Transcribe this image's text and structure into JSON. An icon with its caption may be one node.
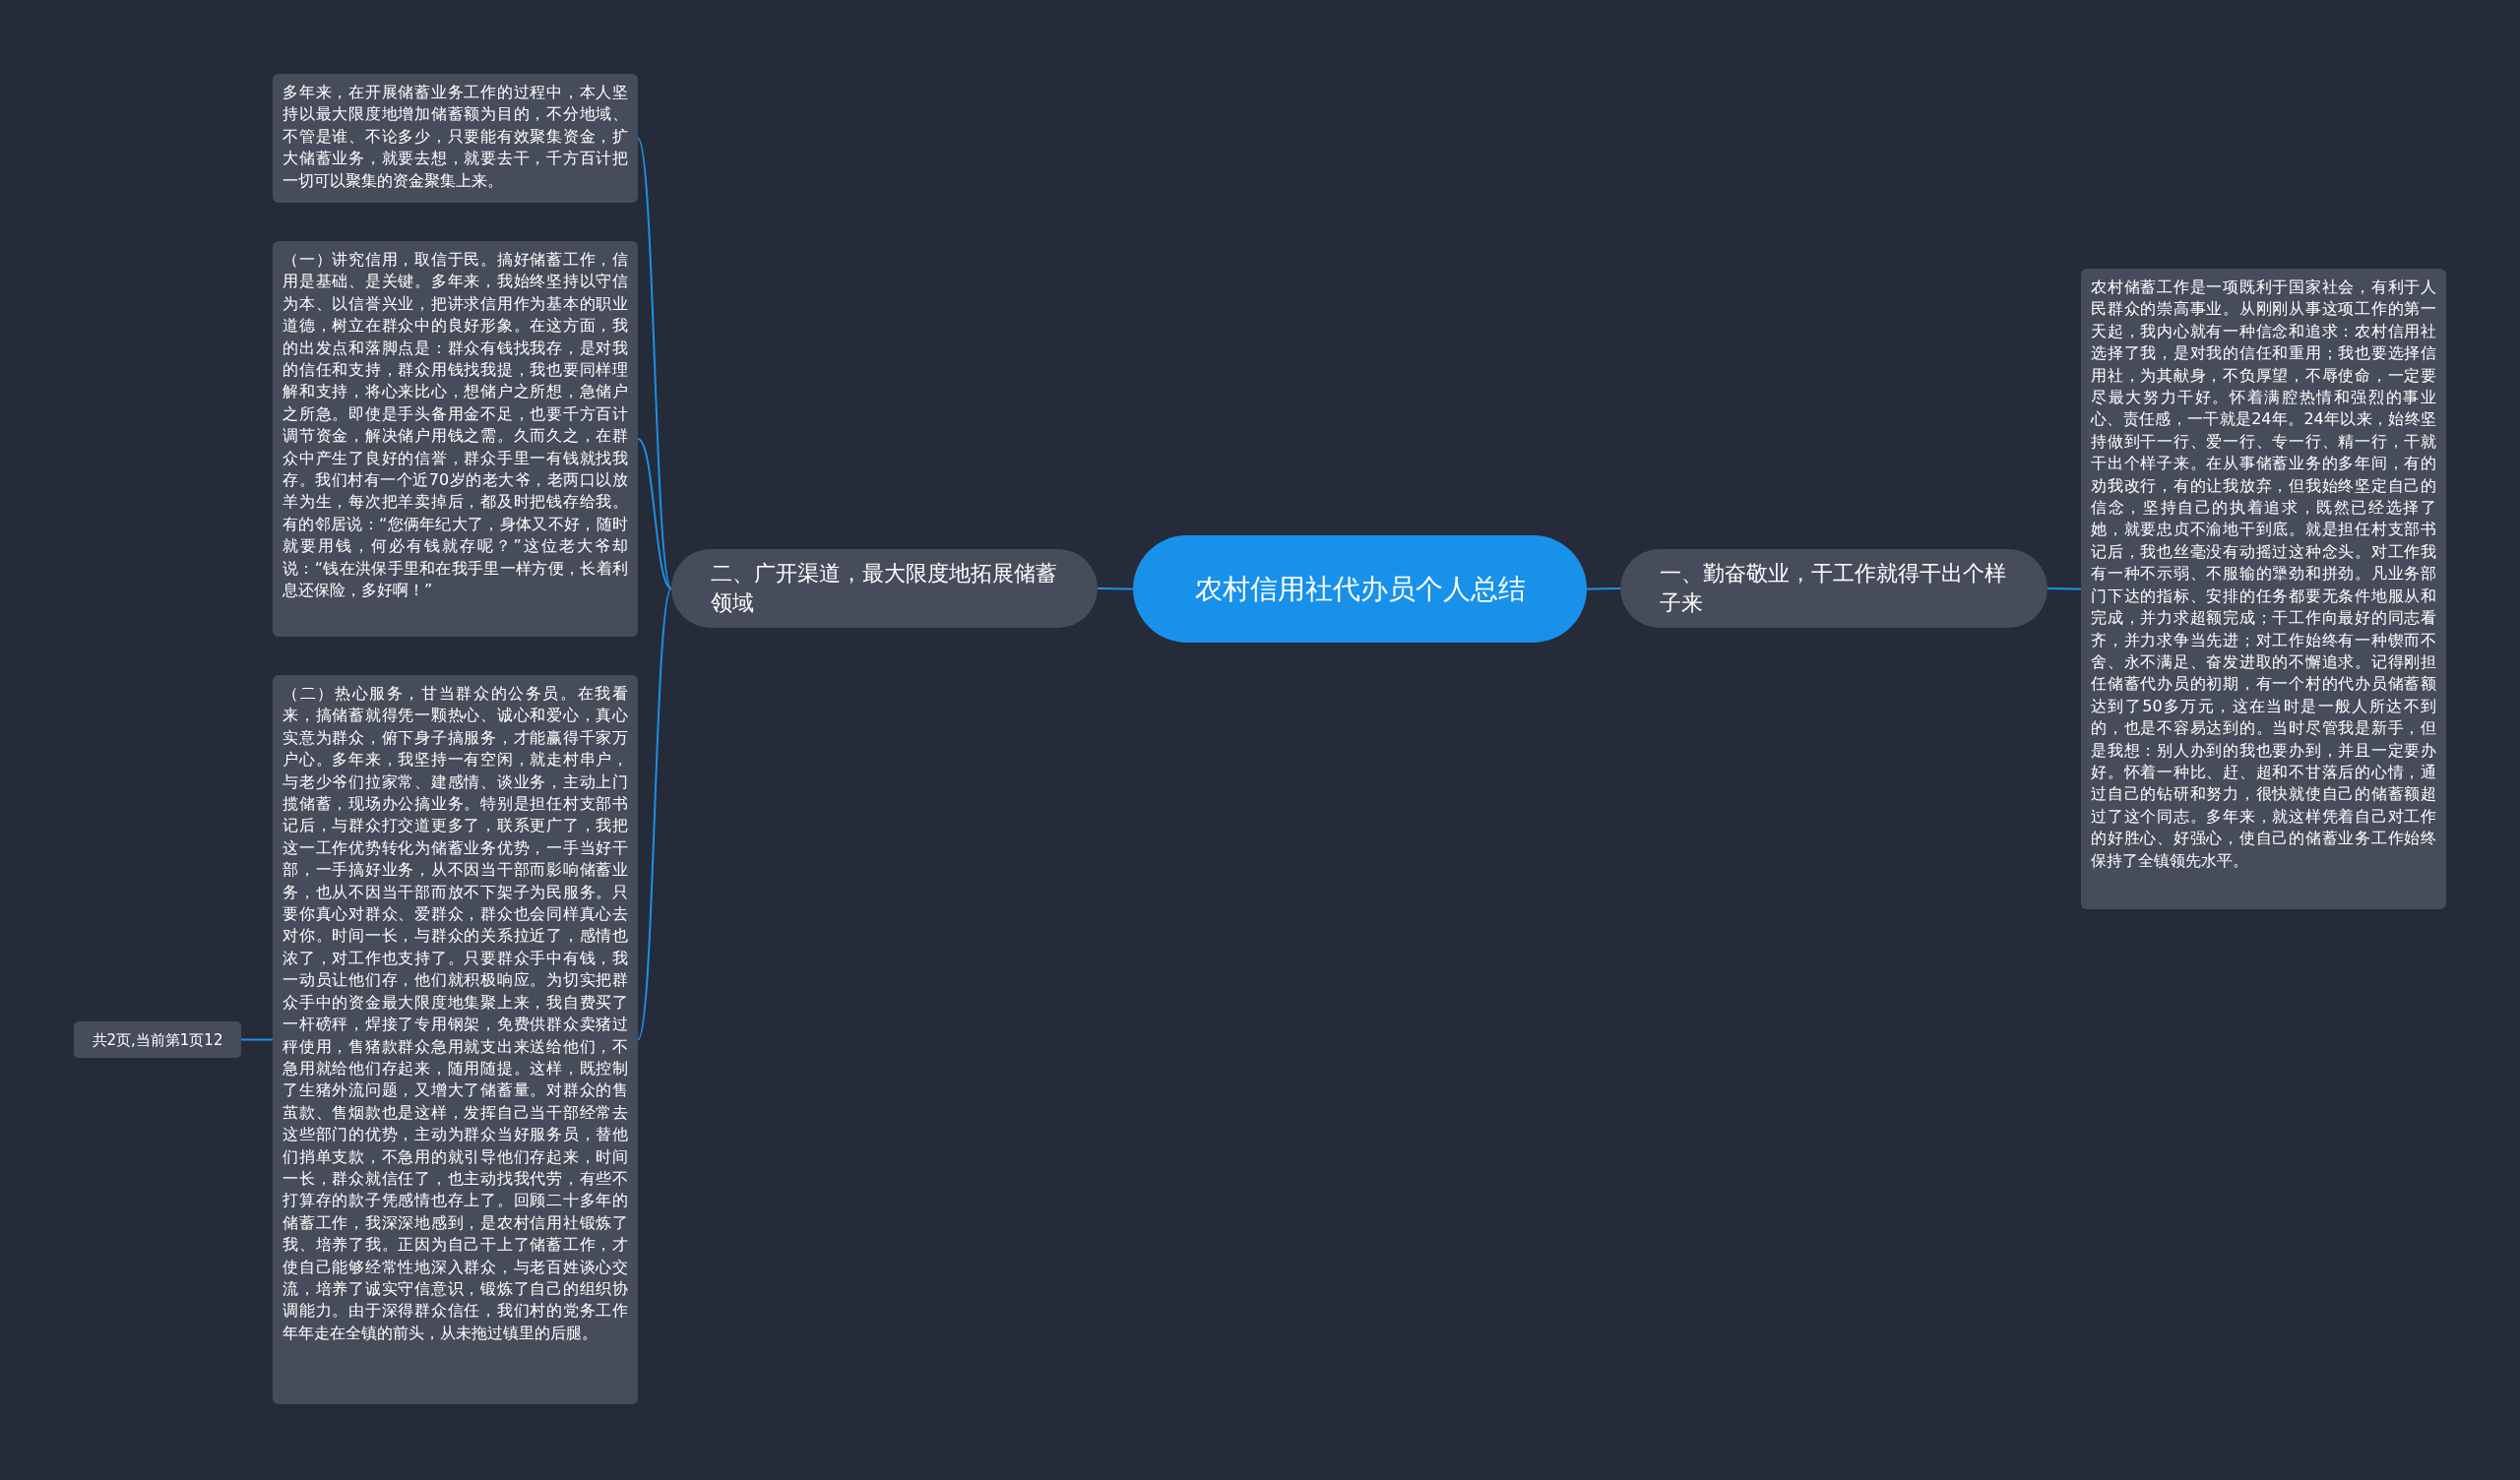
{
  "diagram": {
    "nodes": [
      {
        "text": [
          "农村信用社代办员个人总结"
        ]
      },
      {
        "text": [
          "二、广开渠道，最大限度地拓展储蓄领域"
        ]
      },
      {
        "text": [
          "多年来，在开展储蓄业务工作的过程中，本人坚持以最大限度地增加储蓄额为目的，不分地域、不管是谁、不论多少，只要能有效聚集资金，扩大储蓄业务，就要去想，就要去干，千方百计把一切可以聚集的资金聚集上来。"
        ]
      },
      {
        "text": [
          "（一）讲究信用，取信于民。搞好储蓄工作，信用是基础、是关键。多年来，我始终坚持以守信为本、以信誉兴业，把讲求信用作为基本的职业道德，树立在群众中的良好形象。在这方面，我的出发点和落脚点是：群众有钱找我存，是对我的信任和支持，群众用钱找我提，我也要同样理解和支持，将心来比心，想储户之所想，急储户之所急。即使是手头备用金不足，也要千方百计调节资金，解决储户用钱之需。久而久之，在群众中产生了良好的信誉，群众手里一有钱就找我存。我们村有一个近70岁的老大爷，老两口以放羊为生，每次把羊卖掉后，都及时把钱存给我。有的邻居说：“您俩年纪大了，身体又不好，随时就要用钱，何必有钱就存呢？”这位老大爷却说：“钱在洪保手里和在我手里一样方便，长着利息还保险，多好啊！”"
        ]
      },
      {
        "text": [
          "（二）热心服务，甘当群众的公务员。在我看来，搞储蓄就得凭一颗热心、诚心和爱心，真心实意为群众，俯下身子搞服务，才能赢得千家万户心。多年来，我坚持一有空闲，就走村串户，与老少爷们拉家常、建感情、谈业务，主动上门揽储蓄，现场办公搞业务。特别是担任村支部书记后，与群众打交道更多了，联系更广了，我把这一工作优势转化为储蓄业务优势，一手当好干部，一手搞好业务，从不因当干部而影响储蓄业务，也从不因当干部而放不下架子为民服务。只要你真心对群众、爱群众，群众也会同样真心去对你。时间一长，与群众的关系拉近了，感情也浓了，对工作也支持了。只要群众手中有钱，我一动员让他们存，他们就积极响应。为切实把群众手中的资金最大限度地集聚上来，我自费买了一杆磅秤，焊接了专用钢架，免费供群众卖猪过秤使用，售猪款群众急用就支出来送给他们，不急用就给他们存起来，随用随提。这样，既控制了生猪外流问题，又增大了储蓄量。对群众的售茧款、售烟款也是这样，发挥自己当干部经常去这些部门的优势，主动为群众当好服务员，替他们捎单支款，不急用的就引导他们存起来，时间一长，群众就信任了，也主动找我代劳，有些不打算存的款子凭感情也存上了。回顾二十多年的储蓄工作，我深深地感到，是农村信用社锻炼了我、培养了我。正因为自己干上了储蓄工作，才使自己能够经常性地深入群众，与老百姓谈心交流，培养了诚实守信意识，锻炼了自己的组织协调能力。由于深得群众信任，我们村的党务工作年年走在全镇的前头，从未拖过镇里的后腿。"
        ]
      },
      {
        "text": [
          "共2页,当前第1页12"
        ]
      },
      {
        "text": [
          "一、勤奋敬业，干工作就得干出个样子来"
        ]
      },
      {
        "text": [
          "农村储蓄工作是一项既利于国家社会，有利于人民群众的崇高事业。从刚刚从事这项工作的第一天起，我内心就有一种信念和追求：农村信用社选择了我，是对我的信任和重用；我也要选择信用社，为其献身，不负厚望，不辱使命，一定要尽最大努力干好。怀着满腔热情和强烈的事业心、责任感，一干就是24年。24年以来，始终坚持做到干一行、爱一行、专一行、精一行，干就干出个样子来。在从事储蓄业务的多年间，有的劝我改行，有的让我放弃，但我始终坚定自己的信念，坚持自己的执着追求，既然已经选择了她，就要忠贞不渝地干到底。就是担任村支部书记后，我也丝毫没有动摇过这种念头。对工作我有一种不示弱、不服输的犟劲和拼劲。凡业务部门下达的指标、安排的任务都要无条件地服从和完成，并力求超额完成；干工作向最好的同志看齐，并力求争当先进；对工作始终有一种锲而不舍、永不满足、奋发进取的不懈追求。记得刚担任储蓄代办员的初期，有一个村的代办员储蓄额达到了50多万元，这在当时是一般人所达不到的，也是不容易达到的。当时尽管我是新手，但是我想：别人办到的我也要办到，并且一定要办好。怀着一种比、赶、超和不甘落后的心情，通过自己的钻研和努力，很快就使自己的储蓄额超过了这个同志。多年来，就这样凭着自己对工作的好胜心、好强心，使自己的储蓄业务工作始终保持了全镇领先水平。"
        ]
      }
    ],
    "edges": [
      {
        "from": 0,
        "to": 1,
        "arrow": "none"
      },
      {
        "from": 1,
        "to": 2,
        "arrow": "none"
      },
      {
        "from": 1,
        "to": 3,
        "arrow": "none"
      },
      {
        "from": 1,
        "to": 4,
        "arrow": "none"
      },
      {
        "from": 4,
        "to": 5,
        "arrow": "none"
      },
      {
        "from": 0,
        "to": 6,
        "arrow": "none"
      },
      {
        "from": 6,
        "to": 7,
        "arrow": "none"
      }
    ]
  }
}
